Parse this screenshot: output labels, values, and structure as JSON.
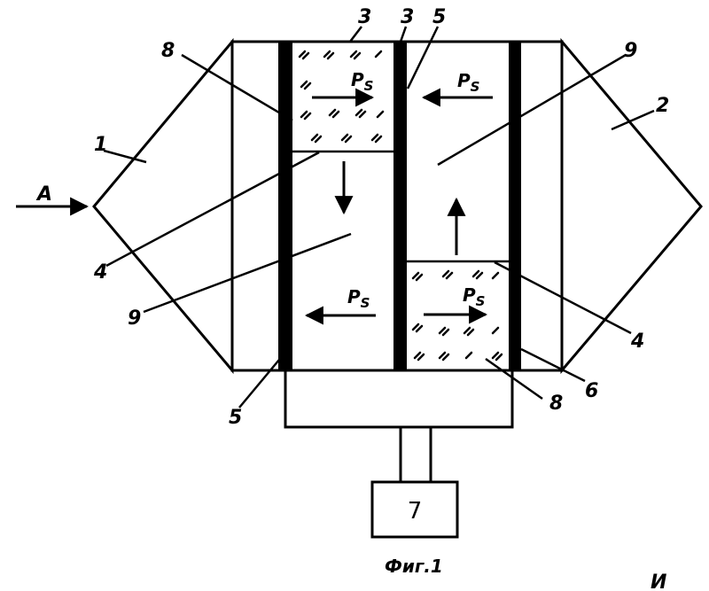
{
  "labels": {
    "inlet": "1",
    "outlet": "2",
    "wall_a": "3",
    "wall_b": "3",
    "plate_top": "5",
    "plate_bottom_left": "5",
    "fill_top_left": "8",
    "fill_bottom_right": "8",
    "space_upper_right": "9",
    "space_lower_left": "9",
    "boundary_left": "4",
    "boundary_right": "4",
    "plate_right": "6",
    "unit": "7",
    "flow_in": "A",
    "ps1": "P",
    "ps2": "P",
    "ps3": "P",
    "ps4": "P",
    "ps_sub": "S",
    "corner_mark": "И"
  },
  "caption": "Фиг.1",
  "colors": {
    "ink": "#000000",
    "paper": "#ffffff"
  }
}
